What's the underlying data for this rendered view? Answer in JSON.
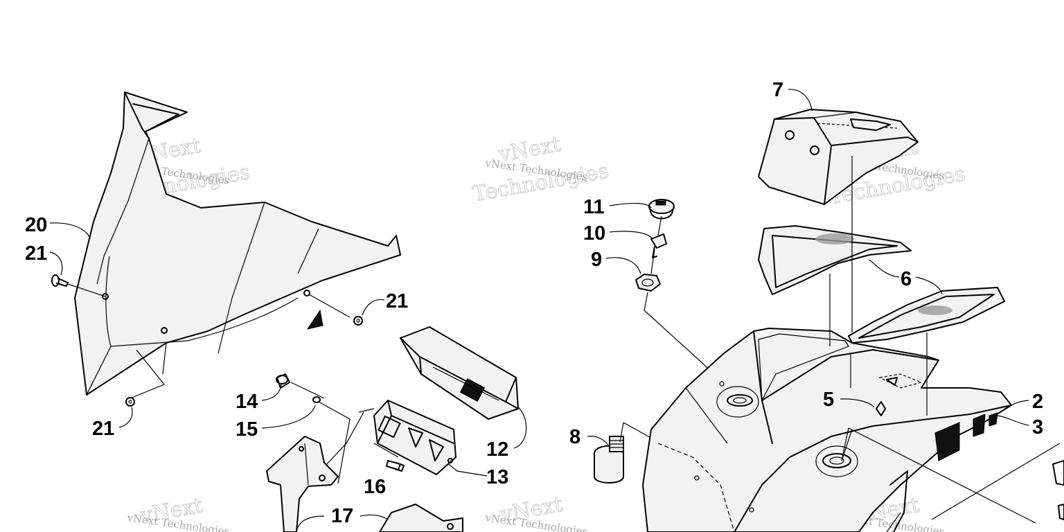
{
  "watermark": {
    "line1": "vNext Technologies",
    "big1": "vNext",
    "big2": "Technologies"
  },
  "callouts": {
    "c20": "20",
    "c21a": "21",
    "c21b": "21",
    "c21c": "21",
    "c14": "14",
    "c15": "15",
    "c16": "16",
    "c17": "17",
    "c12": "12",
    "c13": "13",
    "c11": "11",
    "c10": "10",
    "c9": "9",
    "c8": "8",
    "c7": "7",
    "c6": "6",
    "c5": "5",
    "c2": "2",
    "c3": "3"
  }
}
